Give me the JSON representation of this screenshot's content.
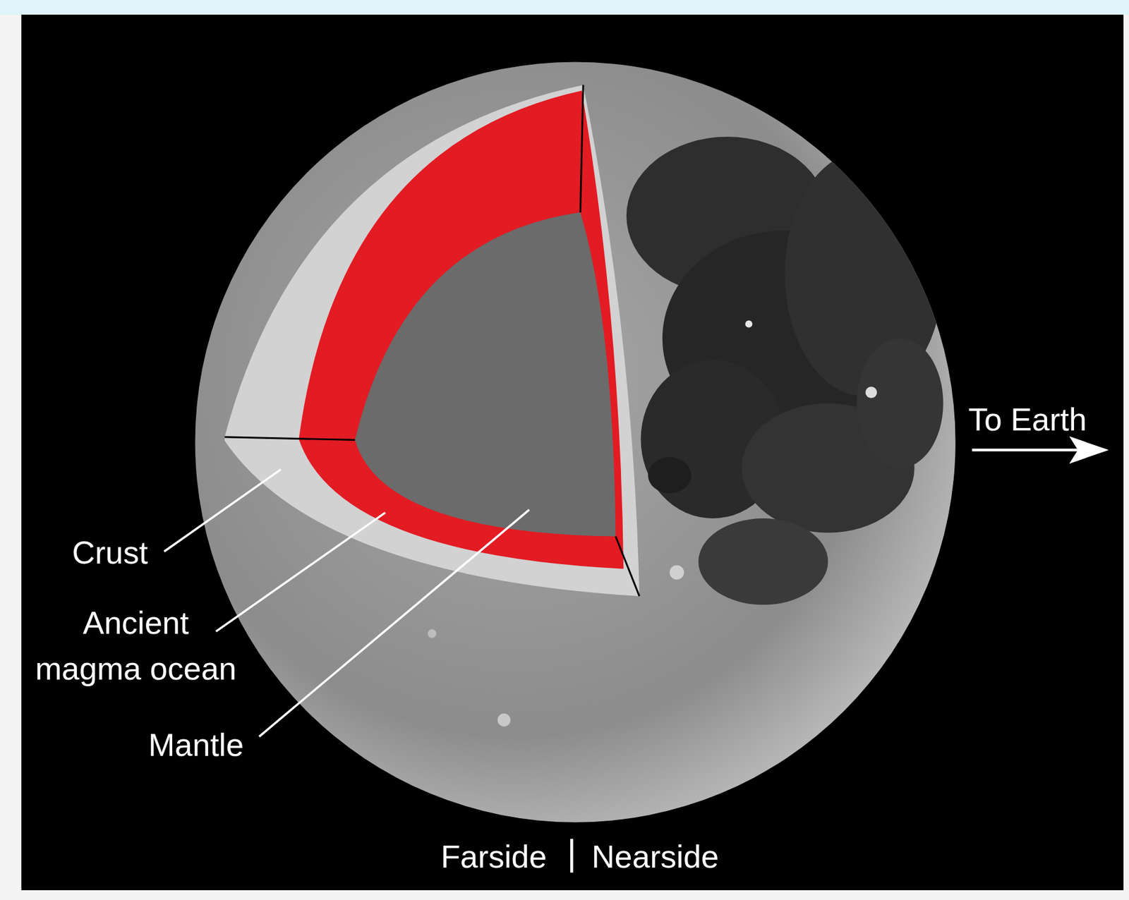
{
  "diagram": {
    "labels": [
      "Crust",
      "Ancient magma ocean",
      "Mantle",
      "To Earth",
      "Farside",
      "Nearside"
    ]
  }
}
